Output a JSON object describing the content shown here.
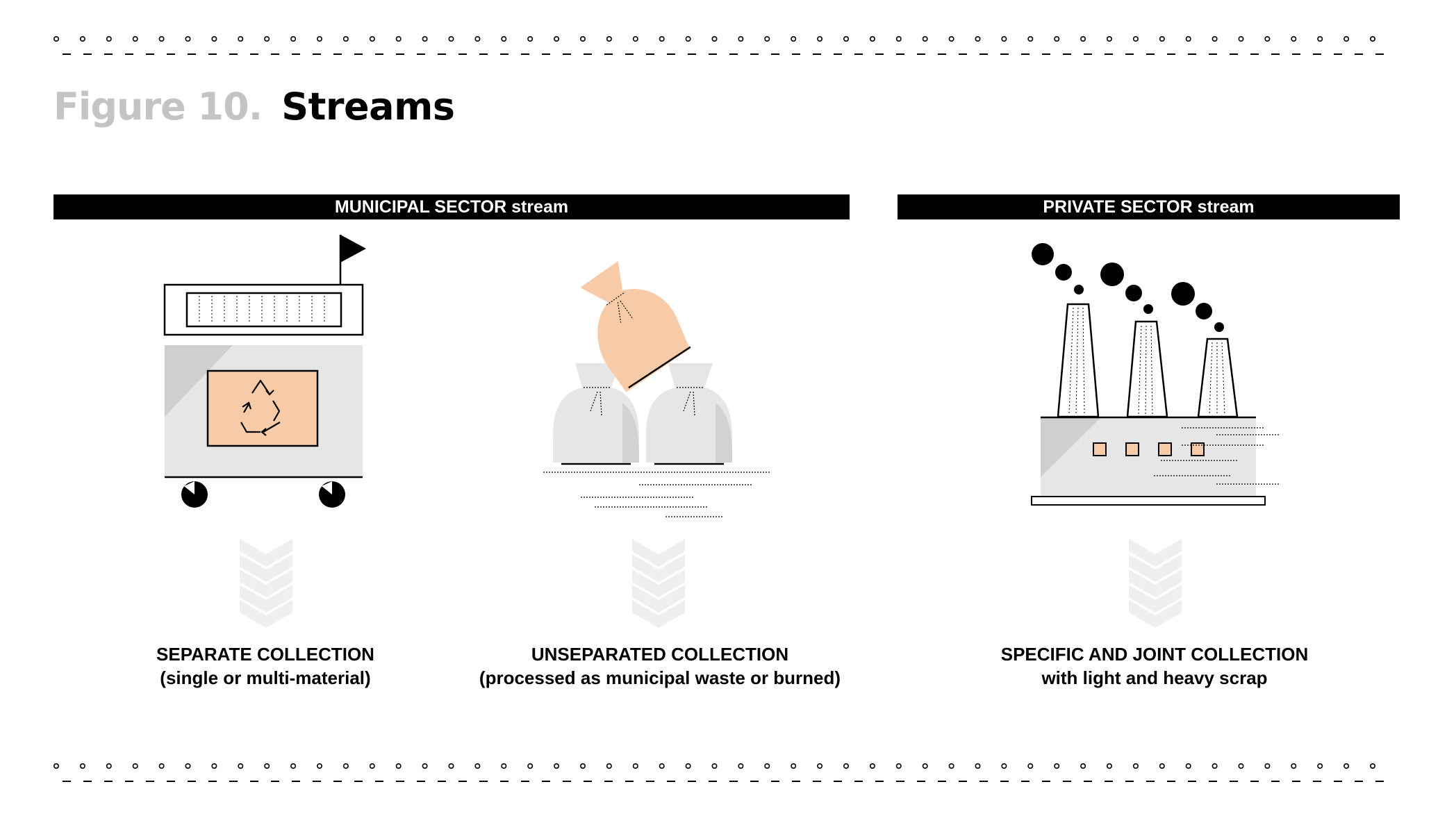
{
  "figure": {
    "label": "Figure 10.",
    "title": "Streams"
  },
  "streams": {
    "municipal": {
      "label": "MUNICIPAL SECTOR stream"
    },
    "private": {
      "label": "PRIVATE SECTOR stream"
    }
  },
  "collections": [
    {
      "title": "SEPARATE COLLECTION",
      "subtitle": "(single or multi-material)",
      "icon": "recycling-container-icon"
    },
    {
      "title": "UNSEPARATED COLLECTION",
      "subtitle": "(processed as municipal waste or burned)",
      "icon": "garbage-bags-icon"
    },
    {
      "title": "SPECIFIC AND JOINT COLLECTION",
      "subtitle": "with light and heavy scrap",
      "icon": "factory-icon"
    }
  ],
  "colors": {
    "accent": "#f8cba8",
    "light_gray": "#e6e6e6",
    "arrow_gray": "#efefef",
    "title_gray": "#c4c4c4"
  }
}
